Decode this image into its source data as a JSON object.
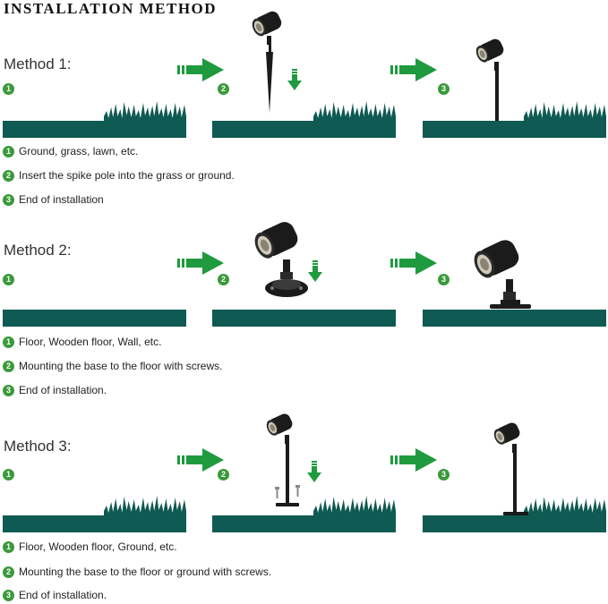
{
  "title": "INSTALLATION METHOD",
  "colors": {
    "ground": "#0f5a52",
    "arrow": "#1f9a3e",
    "badge": "#3a9a3a",
    "lamp": "#1b1b1b"
  },
  "methods": [
    {
      "label": "Method 1:",
      "panel_steps": [
        "1",
        "2",
        "3"
      ],
      "descriptions": [
        {
          "num": "1",
          "text": "Ground, grass, lawn, etc."
        },
        {
          "num": "2",
          "text": "Insert the spike pole into the grass or ground."
        },
        {
          "num": "3",
          "text": "End of installation"
        }
      ]
    },
    {
      "label": "Method 2:",
      "panel_steps": [
        "1",
        "2",
        "3"
      ],
      "descriptions": [
        {
          "num": "1",
          "text": "Floor, Wooden floor, Wall, etc."
        },
        {
          "num": "2",
          "text": "Mounting the base to the floor with screws."
        },
        {
          "num": "3",
          "text": "End of installation."
        }
      ]
    },
    {
      "label": "Method 3:",
      "panel_steps": [
        "1",
        "2",
        "3"
      ],
      "descriptions": [
        {
          "num": "1",
          "text": "Floor, Wooden floor, Ground, etc."
        },
        {
          "num": "2",
          "text": "Mounting the base to the floor or ground with screws."
        },
        {
          "num": "3",
          "text": "End of installation."
        }
      ]
    }
  ]
}
